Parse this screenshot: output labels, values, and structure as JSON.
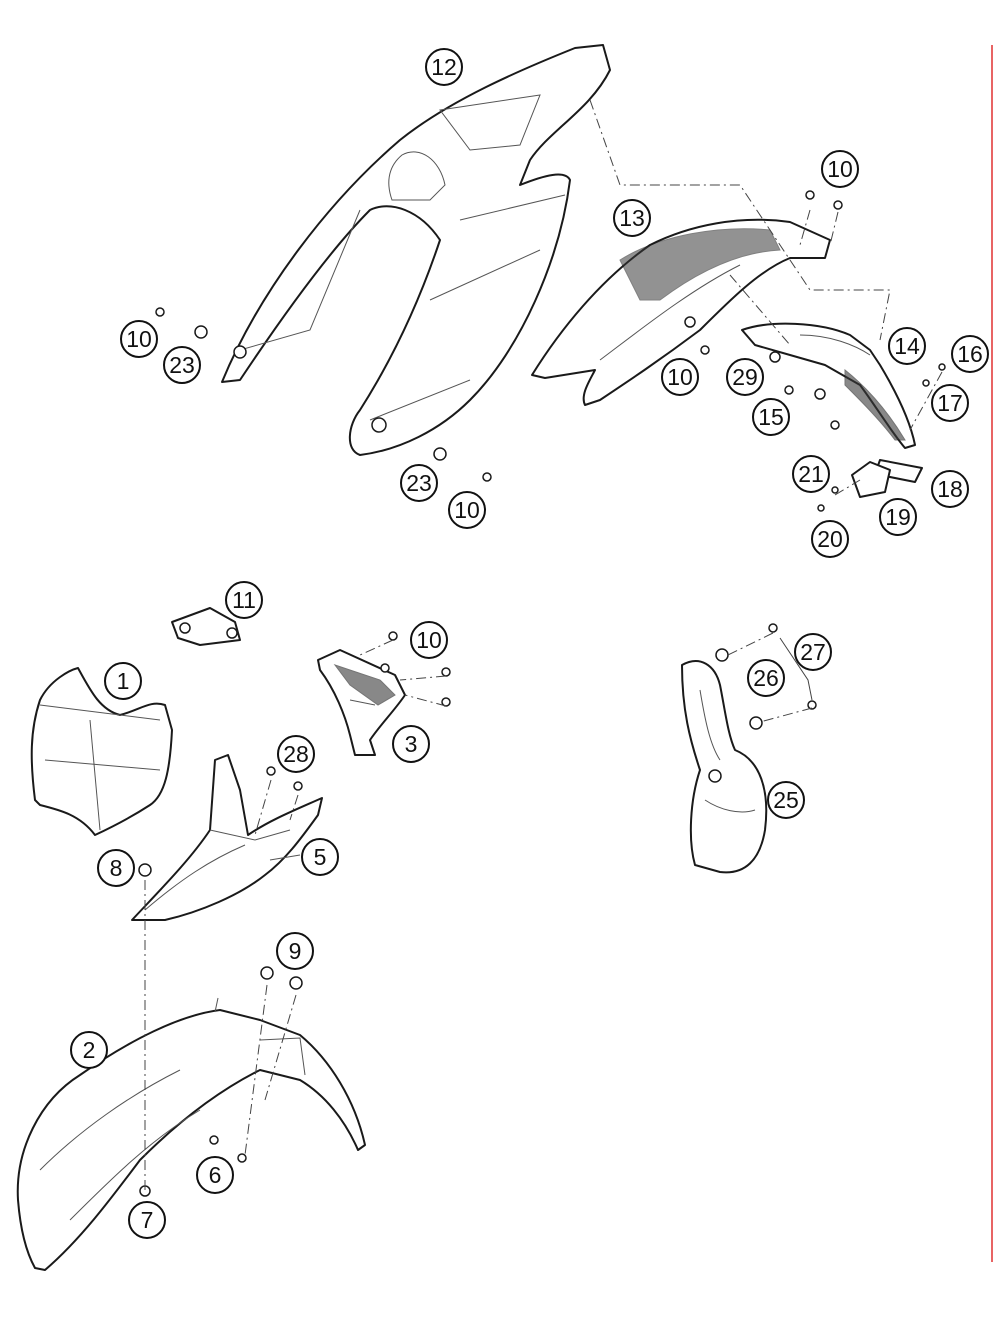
{
  "diagram": {
    "callouts": [
      "12",
      "10",
      "13",
      "10",
      "23",
      "10",
      "29",
      "14",
      "16",
      "17",
      "15",
      "21",
      "18",
      "19",
      "23",
      "10",
      "20",
      "11",
      "10",
      "1",
      "3",
      "27",
      "26",
      "28",
      "5",
      "25",
      "8",
      "9",
      "2",
      "6",
      "7"
    ]
  }
}
